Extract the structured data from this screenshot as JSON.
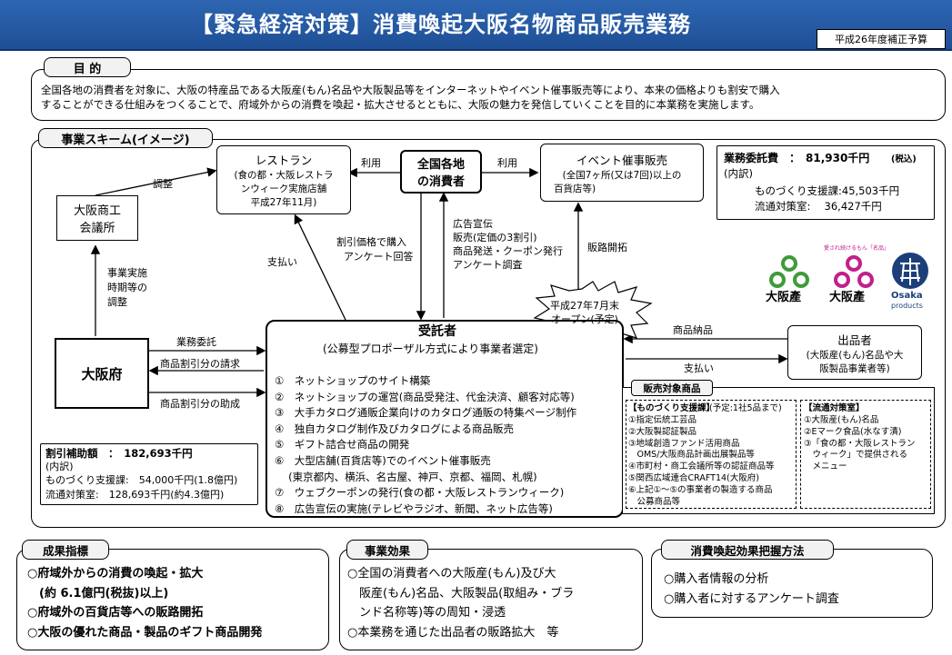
{
  "header": {
    "title": "【緊急経済対策】消費喚起大阪名物商品販売業務",
    "budget_tag": "平成26年度補正予算"
  },
  "purpose": {
    "label": "目 的",
    "line1": "全国各地の消費者を対象に、大阪の特産品である大阪産(もん)名品や大阪製品等をインターネットやイベント催事販売等により、本来の価格よりも割安で購入",
    "line2": "することができる仕組みをつくることで、府域外からの消費を喚起・拡大させるとともに、大阪の魅力を発信していくことを目的に本業務を実施します。"
  },
  "scheme": {
    "label": "事業スキーム(イメージ)",
    "chamber": {
      "line1": "大阪商工",
      "line2": "会議所"
    },
    "restaurant": {
      "title": "レストラン",
      "line1": "(食の都・大阪レストラ",
      "line2": "ンウィーク実施店舗",
      "line3": "平成27年11月)"
    },
    "consumers": {
      "line1": "全国各地",
      "line2": "の消費者"
    },
    "event": {
      "title": "イベント催事販売",
      "line1": "(全国7ヶ所(又は7回)以上の",
      "line2": "百貨店等)"
    },
    "osaka": "大阪府",
    "contractor": {
      "title": "受託者",
      "subtitle": "(公募型プロポーザル方式により事業者選定)"
    },
    "contractor_items": [
      "①　ネットショップのサイト構築",
      "②　ネットショップの運営(商品受発注、代金決済、顧客対応等)",
      "③　大手カタログ通販企業向けのカタログ通販の特集ページ制作",
      "④　独自カタログ制作及びカタログによる商品販売",
      "⑤　ギフト詰合せ商品の開発",
      "⑥　大型店舗(百貨店等)でのイベント催事販売",
      "　 (東京都内、横浜、名古屋、神戸、京都、福岡、札幌)",
      "⑦　ウェブクーポンの発行(食の都・大阪レストランウィーク)",
      "⑧　広告宣伝の実施(テレビやラジオ、新聞、ネット広告等)"
    ],
    "exhibitor": {
      "title": "出品者",
      "line1": "(大阪産(もん)名品や大",
      "line2": "阪製品事業者等)"
    },
    "labels": {
      "adjust": "調整",
      "use_left": "利用",
      "use_right": "利用",
      "timing1": "事業実施",
      "timing2": "時期等の",
      "timing3": "調整",
      "payment_left": "支払い",
      "discount1": "割引価格で購入",
      "discount2": "アンケート回答",
      "ad1": "広告宣伝",
      "ad2": "販売(定価の3割引)",
      "ad3": "商品発送・クーポン発行",
      "ad4": "アンケート調査",
      "channel": "販路開拓",
      "commission": "業務委託",
      "claim": "商品割引分の請求",
      "subsidy": "商品割引分の助成",
      "supply": "商品納品",
      "payment_right": "支払い"
    },
    "starburst": {
      "line1": "平成27年7月末",
      "line2": "オープン(予定)"
    },
    "budget": {
      "title": "業務委託費　：　81,930千円",
      "tax": "(税込)",
      "breakdown": "(内訳)",
      "monozukuri": "ものづくり支援課:45,503千円",
      "ryutsu": "流通対策室:　 36,427千円"
    },
    "discount_budget": {
      "title": "割引補助額　：　182,693千円",
      "breakdown": "(内訳)",
      "monozukuri": "ものづくり支援課:　54,000千円(1.8億円)",
      "ryutsu": "流通対策室:　128,693千円(約4.3億円)"
    },
    "products": {
      "tab": "販売対象商品",
      "left_title": "【ものづくり支援課】",
      "left_note": "(予定:1社5品まで)",
      "left_items": [
        "①指定伝統工芸品",
        "②大阪製認証製品",
        "③地域創造ファンド活用商品",
        "　OMS/大阪商品計画出展製品等",
        "④市町村・商工会議所等の認証商品等",
        "⑤関西広域連合CRAFT14(大阪府)",
        "⑥上記①～⑤の事業者の製造する商品",
        "　公募商品等"
      ],
      "right_title": "【流通対策室】",
      "right_items": [
        "①大阪産(もん)名品",
        "②Eマーク食品(水なす漬)",
        "③「食の都・大阪レストラン",
        "　ウィーク」で提供される",
        "　メニュー"
      ]
    },
    "logos": {
      "logo1_text": "大阪產",
      "logo2_caption": "愛され続けるもん「名品」",
      "logo2_text": "大阪產",
      "logo3_text": "Osaka",
      "logo3_sub": "products"
    }
  },
  "results": {
    "label": "成果指標",
    "items": [
      "○府域外からの消費の喚起・拡大",
      "　(約 6.1億円(税抜)以上)",
      "○府域外の百貨店等への販路開拓",
      "○大阪の優れた商品・製品のギフト商品開発"
    ]
  },
  "effects": {
    "label": "事業効果",
    "items": [
      "○全国の消費者への大阪産(もん)及び大",
      "　阪産(もん)名品、大阪製品(取組み・ブラ",
      "　ンド名称等)等の周知・浸透",
      "○本業務を通じた出品者の販路拡大　等"
    ]
  },
  "measure": {
    "label": "消費喚起効果把握方法",
    "items": [
      "○購入者情報の分析",
      "○購入者に対するアンケート調査"
    ]
  },
  "colors": {
    "title_blue": "#1e4f96",
    "logo_green": "#3f9b3a",
    "logo_magenta": "#c1208a",
    "logo_navy": "#1c3f7a"
  }
}
